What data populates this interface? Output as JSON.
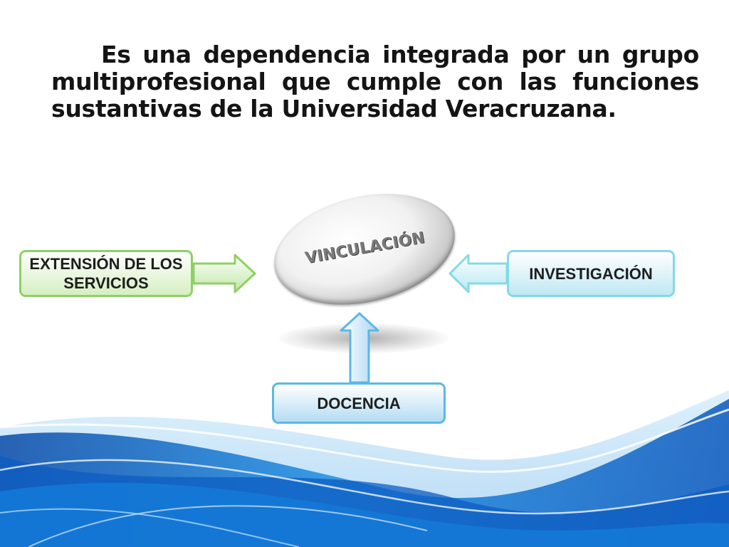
{
  "paragraph": "Es una dependencia integrada por un grupo multiprofesional que cumple con las funciones sustantivas de la Universidad Veracruzana.",
  "center_node": {
    "label": "VINCULACIÓN"
  },
  "nodes": {
    "extension": {
      "label": "EXTENSIÓN DE LOS SERVICIOS"
    },
    "investigacion": {
      "label": "INVESTIGACIÓN"
    },
    "docencia": {
      "label": "DOCENCIA"
    }
  },
  "edges": [
    {
      "from": "extension",
      "to": "center_node"
    },
    {
      "from": "investigacion",
      "to": "center_node"
    },
    {
      "from": "docencia",
      "to": "center_node"
    }
  ],
  "colors": {
    "extension_border": "#8fd064",
    "investigacion_border": "#86d8e8",
    "docencia_border": "#5cb7e6",
    "wave_blue": "#1f7fd6"
  }
}
